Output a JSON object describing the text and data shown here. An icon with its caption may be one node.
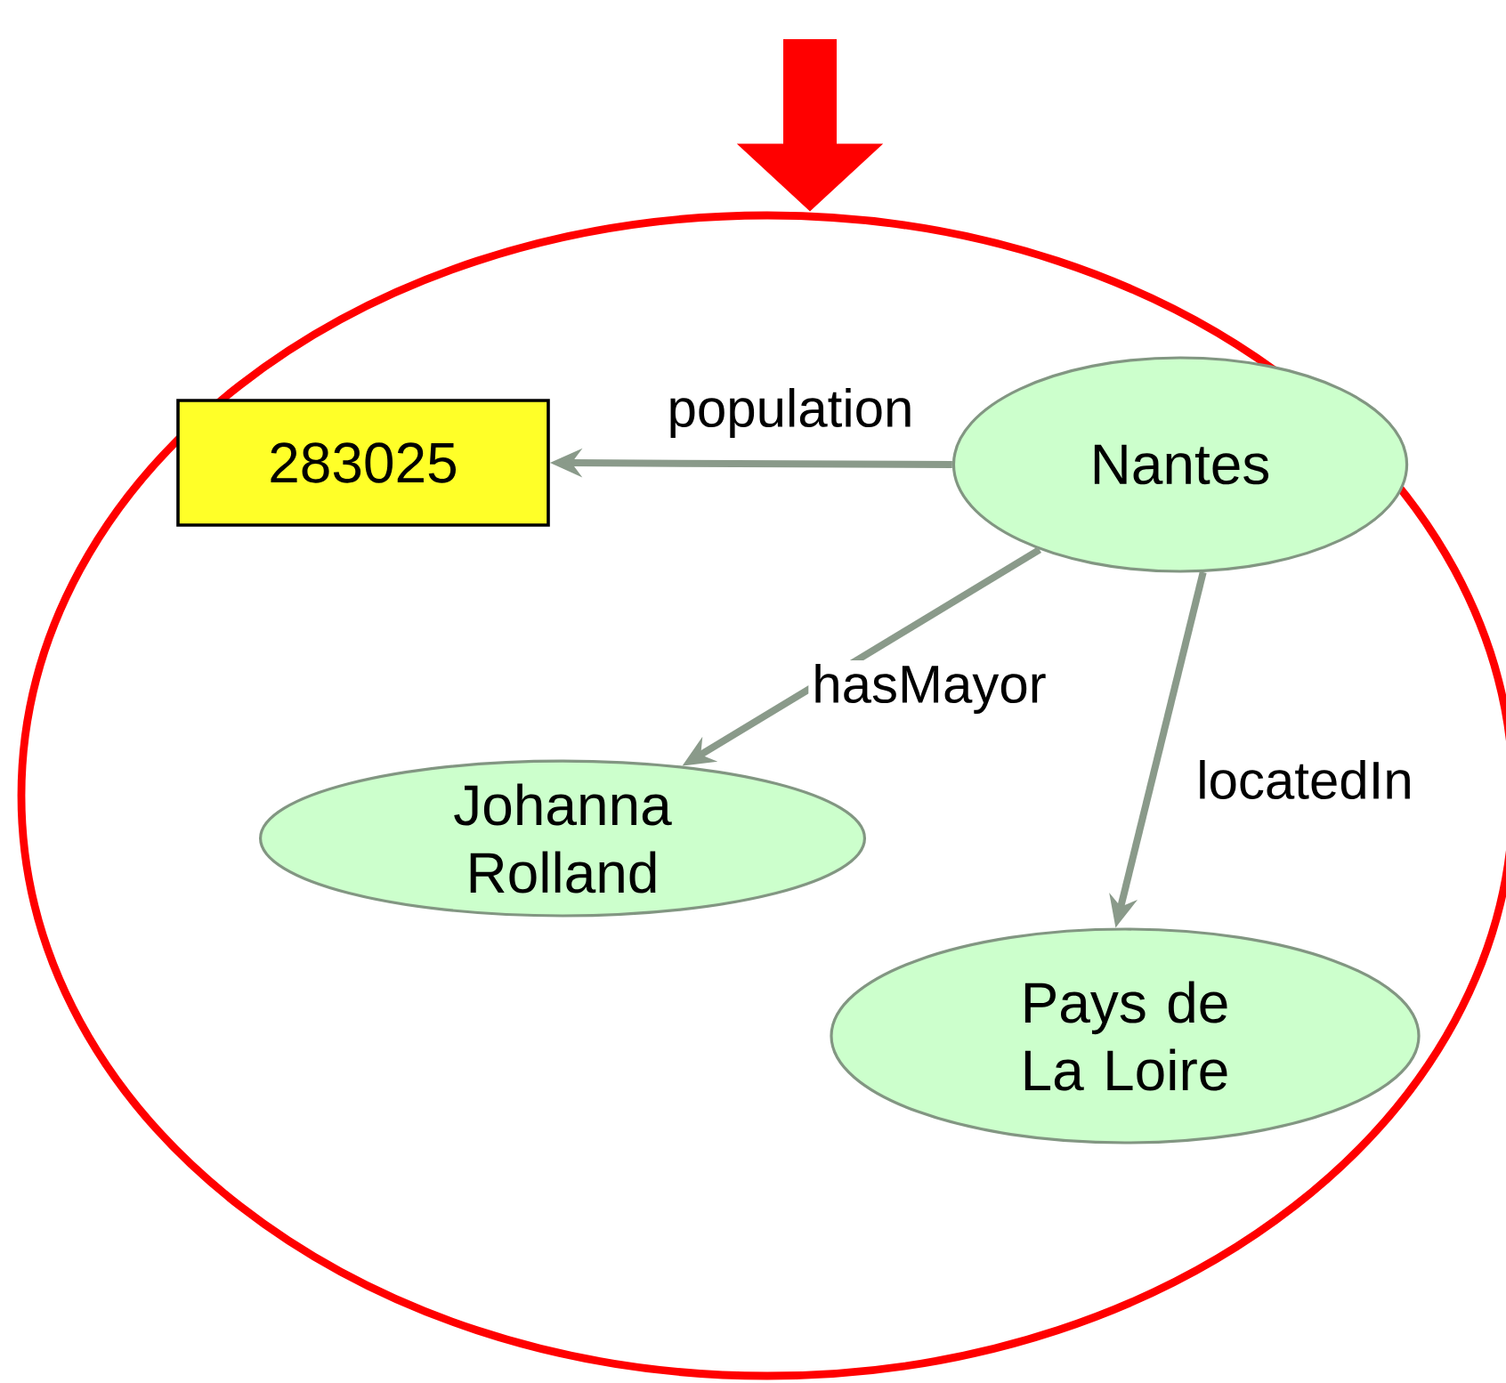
{
  "diagram": {
    "nodes": [
      {
        "text": [],
        "shape": "circle"
      },
      {
        "text": [
          "283025"
        ],
        "in": 0
      },
      {
        "text": [
          "Nantes"
        ],
        "in": 0
      },
      {
        "text": [
          "Johanna Rolland"
        ],
        "in": 0
      },
      {
        "text": [
          "Pays de La Loire"
        ],
        "in": 0
      }
    ],
    "edges": [
      {
        "from": null,
        "to": 0,
        "arrow": "to",
        "style": "thick",
        "color": "#ff0000"
      },
      {
        "from": 2,
        "to": 1,
        "arrow": "to",
        "label": "population"
      },
      {
        "from": 2,
        "to": 3,
        "arrow": "to",
        "label": "hasMayor"
      },
      {
        "from": 2,
        "to": 4,
        "arrow": "to",
        "label": "locatedIn"
      }
    ]
  }
}
